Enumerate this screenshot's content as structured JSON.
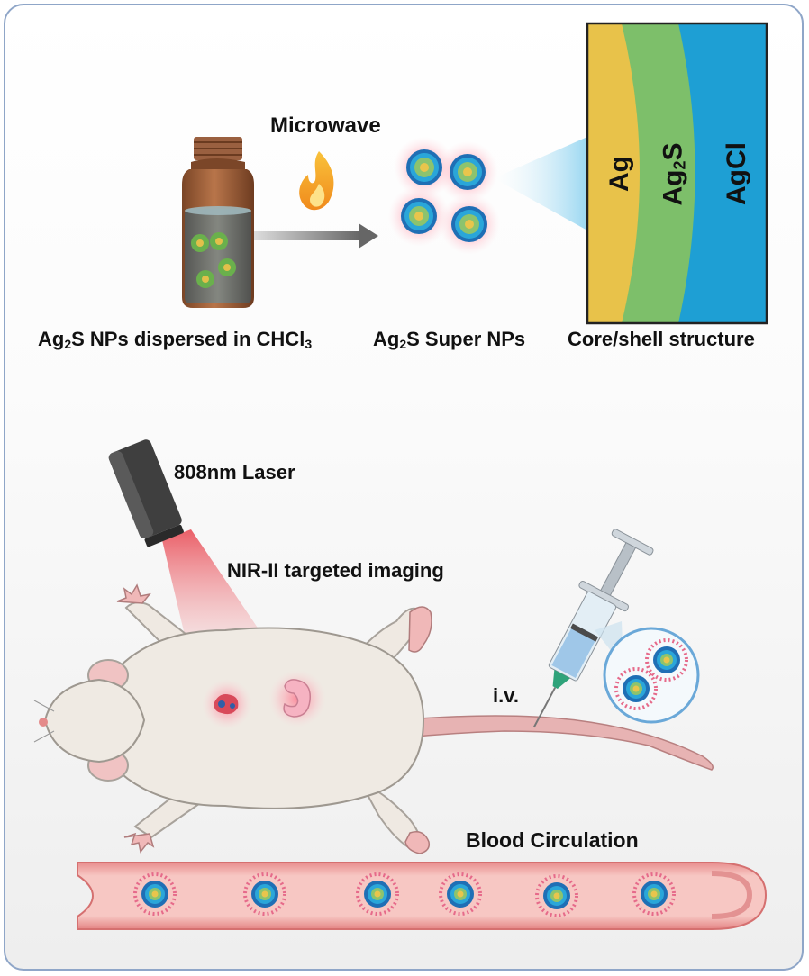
{
  "labels": {
    "microwave": "Microwave",
    "vial_caption_main": "Ag",
    "vial_caption_sub1": "2",
    "vial_caption_mid": "S NPs dispersed in CHCl",
    "vial_caption_sub2": "3",
    "super_caption_main": "Ag",
    "super_caption_sub": "2",
    "super_caption_rest": "S Super NPs",
    "core_shell_caption": "Core/shell structure",
    "layer_ag": "Ag",
    "layer_ag2s_main": "Ag",
    "layer_ag2s_sub": "2",
    "layer_ag2s_rest": "S",
    "layer_agcl": "AgCl",
    "laser": "808nm Laser",
    "imaging": "NIR-II targeted imaging",
    "iv": "i.v.",
    "blood": "Blood Circulation"
  },
  "colors": {
    "ag": "#e8c24a",
    "ag2s": "#7dbf6a",
    "agcl": "#1e9fd4",
    "vial": "#9a5a32",
    "vessel": "#f2a8a8",
    "laser_beam": "#e8454f",
    "border": "#8fa6c8"
  },
  "icons": [
    "flame-icon",
    "arrow-icon",
    "vial-icon",
    "laser-device-icon",
    "syringe-icon",
    "mouse-icon",
    "tumor-icon",
    "stomach-icon",
    "blood-vessel-icon"
  ]
}
